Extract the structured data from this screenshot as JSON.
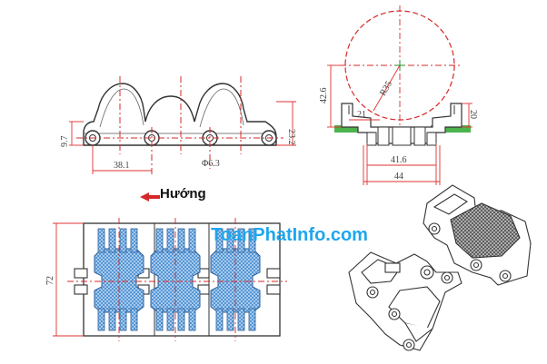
{
  "side_view": {
    "pitch_label": "38.1",
    "pin_label": "Φ6.3",
    "height_label": "23.2",
    "offset_label": "9.7"
  },
  "end_view": {
    "radius_label": "R35",
    "height_label": "42.6",
    "inner_label": "21",
    "depth_label": "20",
    "width_small_label": "41.6",
    "width_label": "44"
  },
  "direction": {
    "label": "Hướng"
  },
  "top_view": {
    "width_label": "72"
  },
  "watermark": {
    "text": "ToanPhatInfo.com"
  },
  "colors": {
    "dimension_line": "#e03030",
    "center_line": "#d62828",
    "mesh_fill": "#3f86c8",
    "watermark": "#1fa6ee",
    "rail": "#4db34d"
  }
}
